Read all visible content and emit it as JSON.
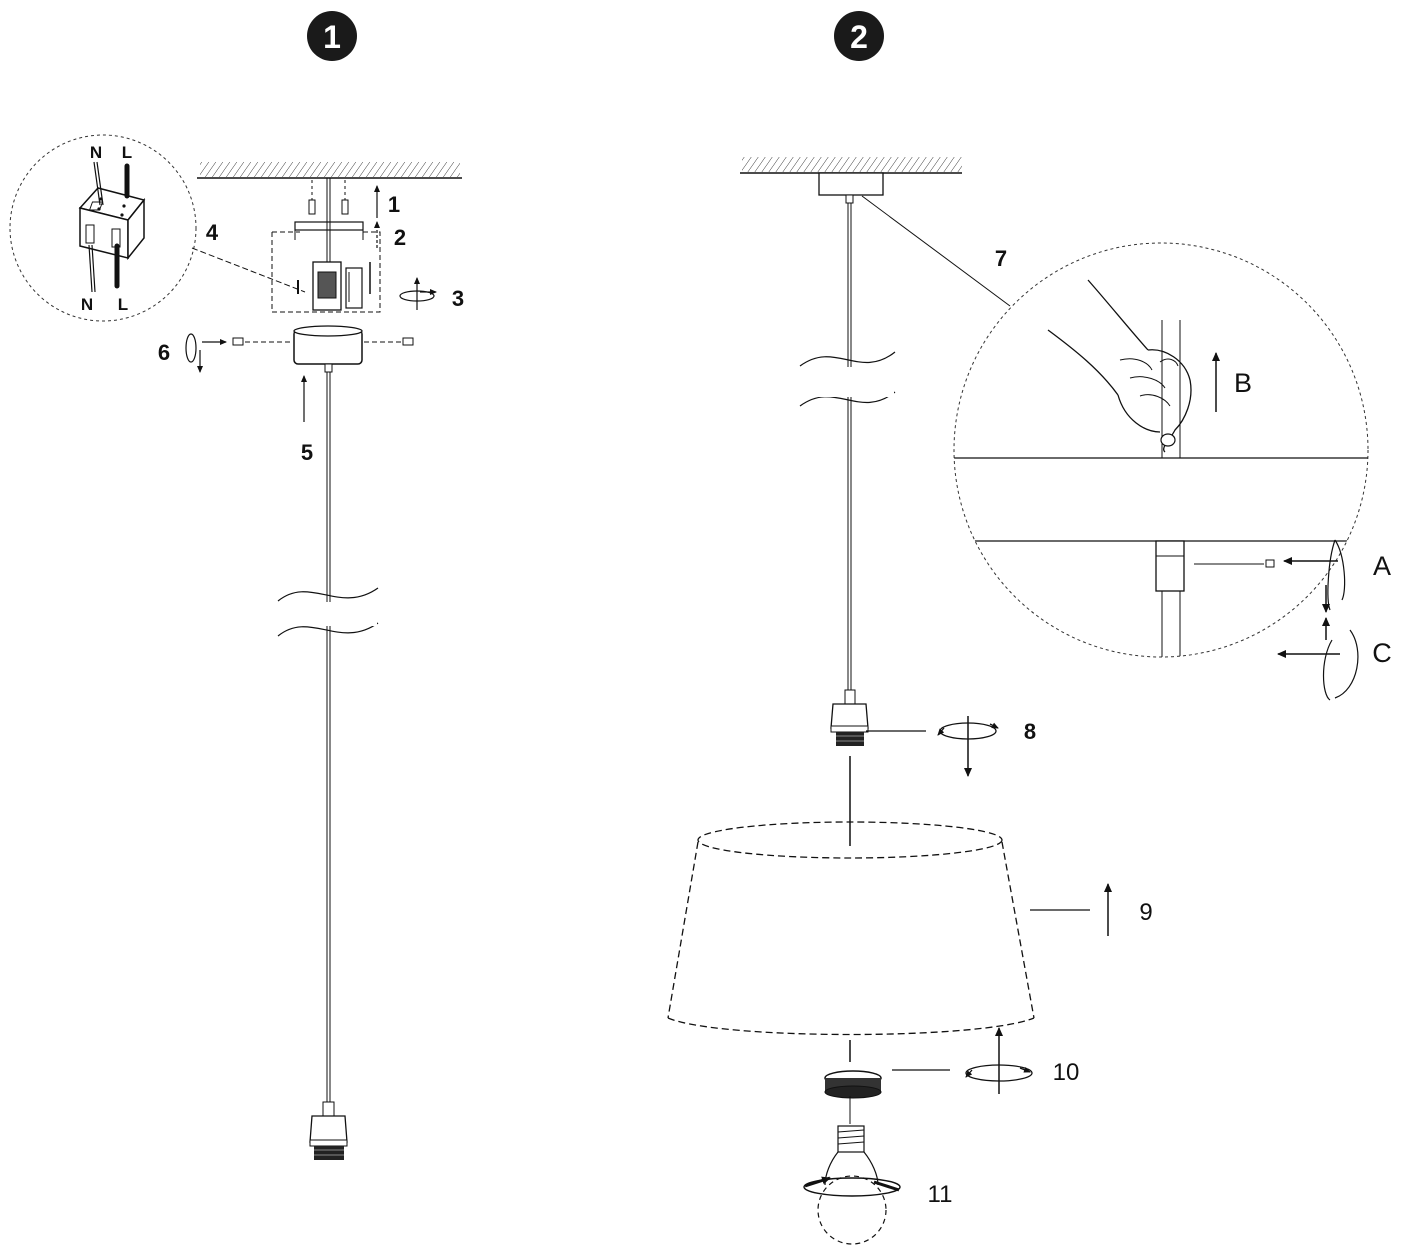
{
  "steps": {
    "first": "1",
    "second": "2"
  },
  "detail_wiring": {
    "top_n": "N",
    "top_l": "L",
    "bottom_n": "N",
    "bottom_l": "L"
  },
  "left_labels": {
    "l1": "1",
    "l2": "2",
    "l3": "3",
    "l4": "4",
    "l5": "5",
    "l6": "6"
  },
  "right_labels": {
    "l7": "7",
    "l8": "8",
    "l9": "9",
    "l10": "10",
    "l11": "11"
  },
  "detail_letters": {
    "a": "A",
    "b": "B",
    "c": "C"
  }
}
